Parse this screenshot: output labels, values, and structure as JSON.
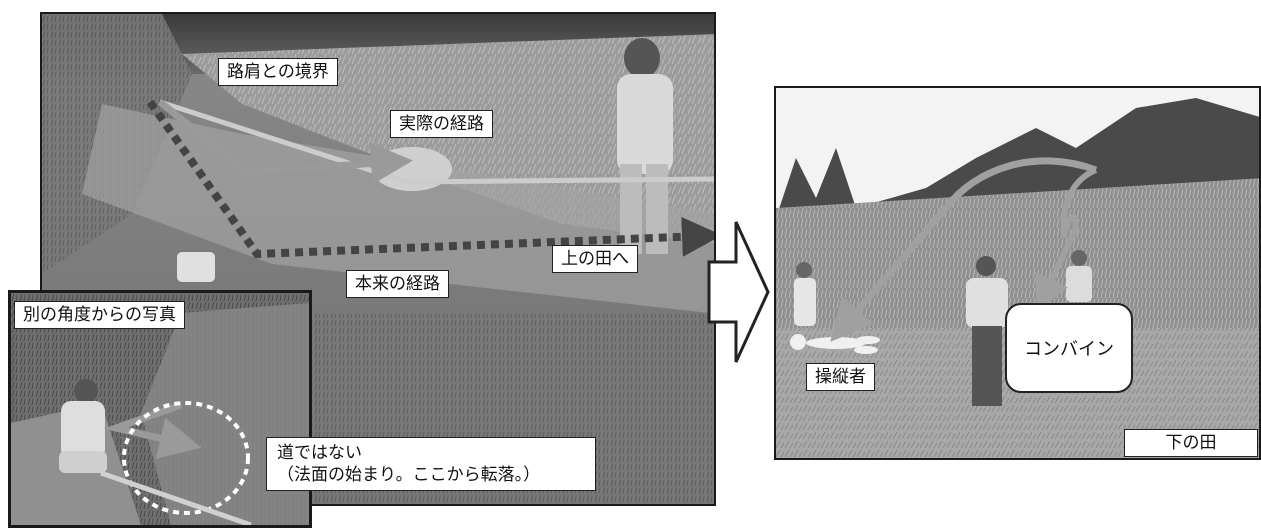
{
  "labels": {
    "road_edge": "路肩との境界",
    "actual_route": "実際の経路",
    "original_route": "本来の経路",
    "upper_field": "上の田へ",
    "other_angle": "別の角度からの写真",
    "not_road_line1": "道ではない",
    "not_road_line2": "（法面の始まり。ここから転落。）",
    "combine": "コンバイン",
    "operator": "操縦者",
    "lower_field": "下の田"
  },
  "colors": {
    "actual_route_arrow": "#9a9a9a",
    "original_route_dots": "#444444",
    "background": "#ffffff"
  },
  "icons": {
    "transition_arrow": "hollow-right-arrow"
  }
}
